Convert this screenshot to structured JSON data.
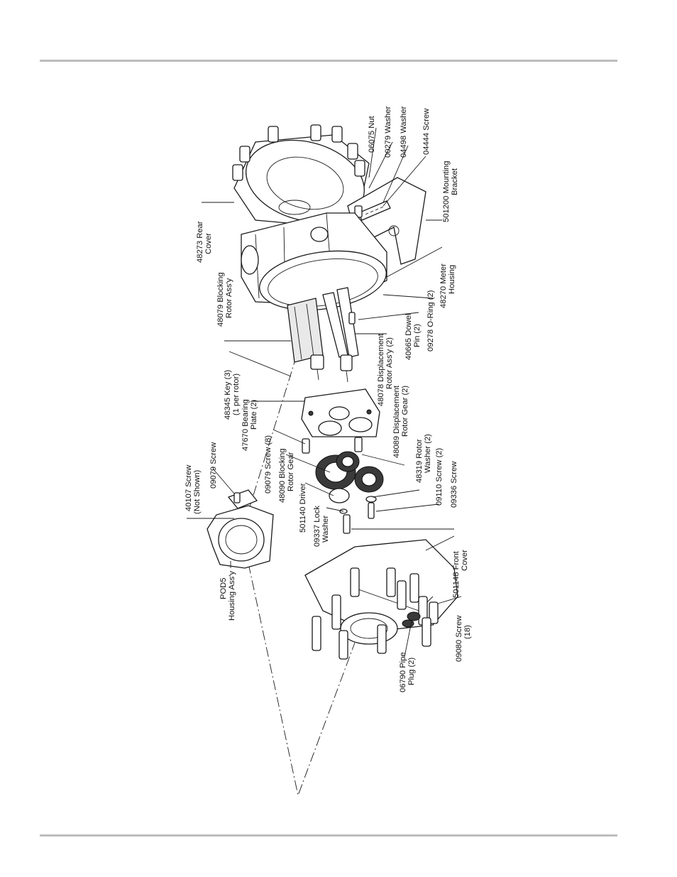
{
  "labels": {
    "rear_cover": [
      "48273 Rear",
      "Cover"
    ],
    "nut": [
      "06075 Nut"
    ],
    "washer_00279": [
      "00279 Washer"
    ],
    "washer_04498": [
      "04498 Washer"
    ],
    "screw_04444": [
      "04444 Screw"
    ],
    "mounting_bracket": [
      "501200 Mounting",
      "Bracket"
    ],
    "blocking_rotor": [
      "48079 Blocking",
      "Rotor Ass'y"
    ],
    "meter_housing": [
      "48270 Meter",
      "Housing"
    ],
    "o_ring": [
      "09278 O-Ring (2)"
    ],
    "dowel_pin": [
      "40665 Dowel",
      "Pin (2)"
    ],
    "displacement_rotor": [
      "48078 Displacement",
      "Rotor Ass'y (2)"
    ],
    "key": [
      "48345 Key (3)",
      "(1 per rotor)"
    ],
    "bearing_plate": [
      "47670  Bearing",
      "Plate (2)"
    ],
    "displacement_gear": [
      "48089 Displacement",
      "Rotor Gear (2)"
    ],
    "screw_09079_8": [
      "09079 Screw (8)"
    ],
    "rotor_washer": [
      "48319 Rotor",
      "Washer (2)"
    ],
    "blocking_gear": [
      "48090 Blocking",
      "Rotor Gear"
    ],
    "screw_09110": [
      "09110 Screw (2)"
    ],
    "driver": [
      "501140 Driver"
    ],
    "screw_09336": [
      "09336 Screw"
    ],
    "lock_washer": [
      "09337 Lock",
      "Washer"
    ],
    "screw_40107": [
      "40107 Screw",
      "(Not Shown)"
    ],
    "screw_09079": [
      "09079 Screw"
    ],
    "housing_assy": [
      "POD5",
      "Housing Ass'y"
    ],
    "front_cover": [
      "501148 Front",
      "Cover"
    ],
    "screw_09080": [
      "09080 Screw",
      "(18)"
    ],
    "pipe_plug": [
      "06790 Pipe",
      "Plug (2)"
    ]
  }
}
